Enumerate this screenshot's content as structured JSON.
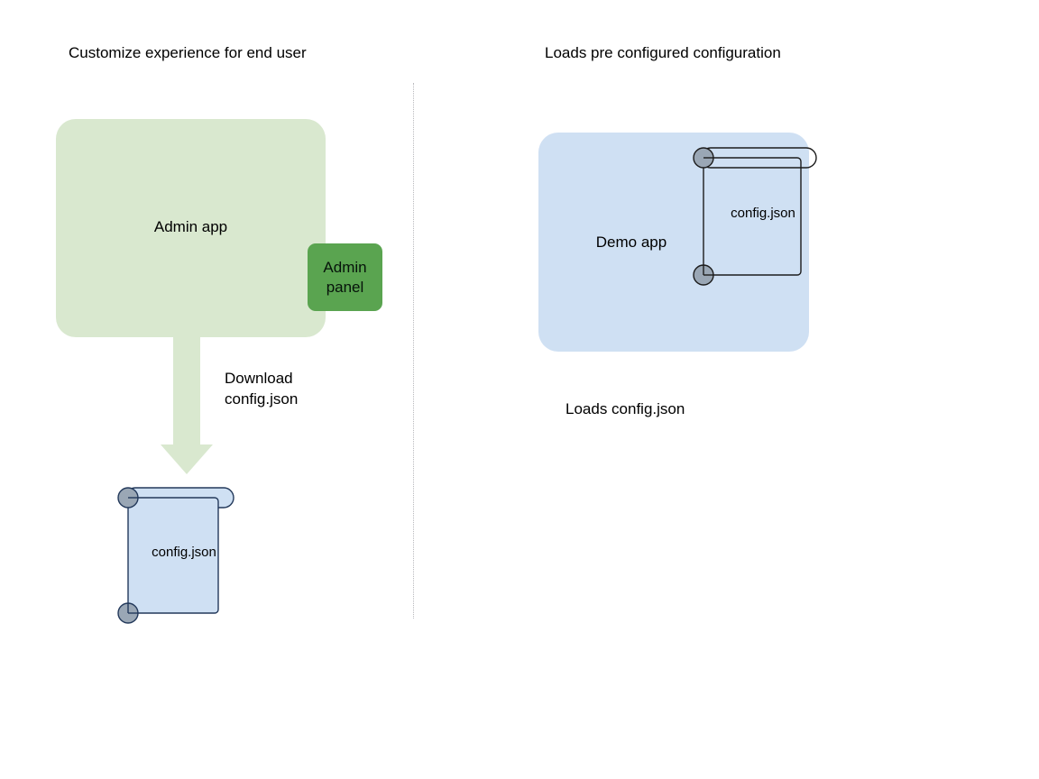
{
  "diagram": {
    "titles": {
      "left": "Customize experience for end user",
      "right": "Loads pre configured configuration"
    },
    "left_flow": {
      "app_box": {
        "label": "Admin app",
        "color": "#d9e8cf"
      },
      "panel_box": {
        "label": "Admin\npanel",
        "color": "#5aa450"
      },
      "arrow": {
        "label": "Download\nconfig.json",
        "color": "#d9e8cf",
        "direction": "down"
      },
      "document": {
        "label": "config.json",
        "fill": "#cfe0f3",
        "stroke": "#23395b",
        "curl": "#9aa7b5"
      }
    },
    "right_flow": {
      "app_box": {
        "label": "Demo app",
        "color": "#cfe0f3"
      },
      "document": {
        "label": "config.json",
        "fill": "transparent",
        "stroke": "#1c1c1c",
        "curl": "#9aa7b5"
      },
      "caption": "Loads config.json"
    },
    "divider": {
      "style": "dotted",
      "color": "#b9b9bd"
    }
  }
}
